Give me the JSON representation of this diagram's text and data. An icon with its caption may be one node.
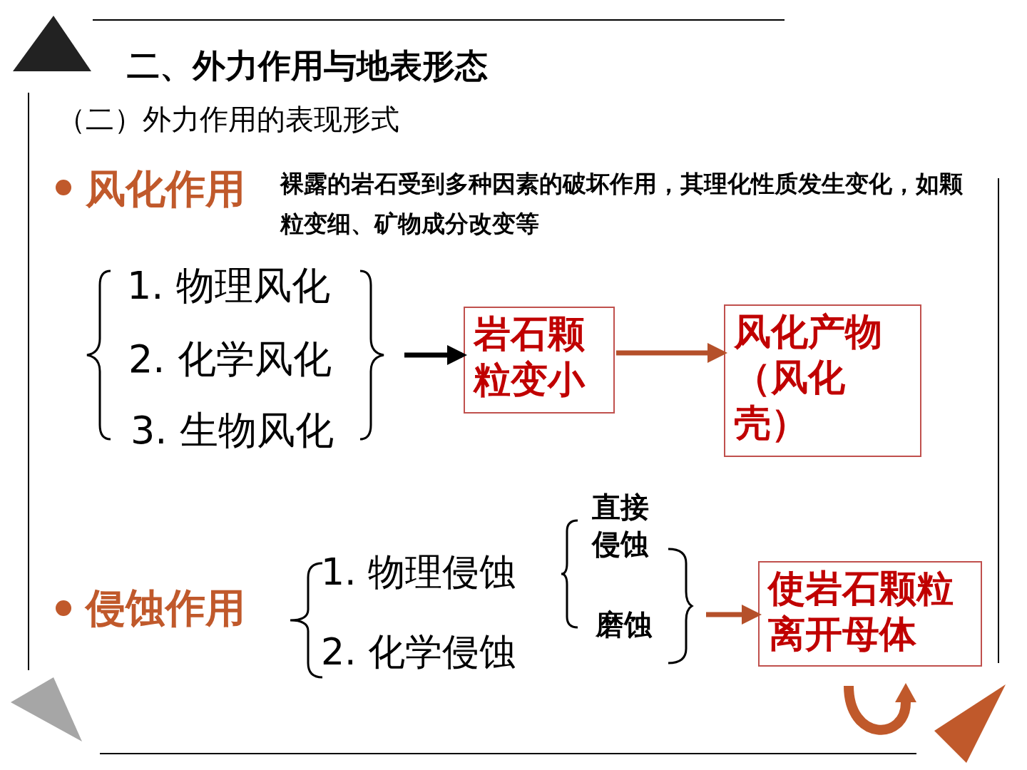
{
  "diagram": {
    "title": "二、外力作用与地表形态",
    "nodes": [
      {
        "text": [
          "1. 物理风化",
          "2. 化学风化",
          "3. 生物风化"
        ]
      },
      {
        "text": [
          "岩石颗粒变小"
        ]
      },
      {
        "text": [
          "风化产物（风化壳）"
        ]
      },
      {
        "text": [
          "直接侵蚀",
          "磨蚀"
        ]
      },
      {
        "text": [
          "使岩石颗粒离开母体"
        ]
      }
    ],
    "edges": [
      {
        "from": 0,
        "to": 1,
        "arrow": "to",
        "color": "#000000"
      },
      {
        "from": 1,
        "to": 2,
        "arrow": "to"
      },
      {
        "from": 3,
        "to": 4,
        "arrow": "to"
      }
    ],
    "labels": [
      "（二）外力作用的表现形式",
      "风化作用",
      "裸露的岩石受到多种因素的破坏作用，其理化性质发生变化，如颗粒变细、矿物成分改变等",
      "侵蚀作用",
      "1. 物理侵蚀",
      "2. 化学侵蚀"
    ]
  }
}
